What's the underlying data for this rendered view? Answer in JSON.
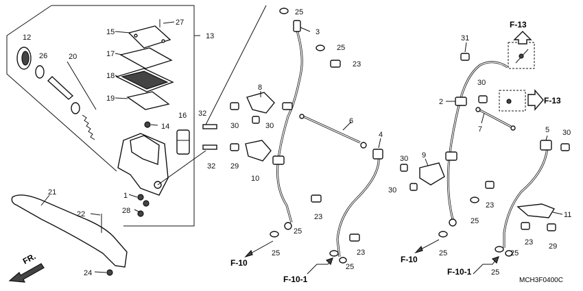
{
  "callouts": [
    {
      "id": "c27",
      "text": "27"
    },
    {
      "id": "c15",
      "text": "15"
    },
    {
      "id": "c13",
      "text": "13"
    },
    {
      "id": "c12",
      "text": "12"
    },
    {
      "id": "c26",
      "text": "26"
    },
    {
      "id": "c20",
      "text": "20"
    },
    {
      "id": "c17",
      "text": "17"
    },
    {
      "id": "c18",
      "text": "18"
    },
    {
      "id": "c19",
      "text": "19"
    },
    {
      "id": "c16",
      "text": "16"
    },
    {
      "id": "c14",
      "text": "14"
    },
    {
      "id": "c1",
      "text": "1"
    },
    {
      "id": "c28",
      "text": "28"
    },
    {
      "id": "c21",
      "text": "21"
    },
    {
      "id": "c22",
      "text": "22"
    },
    {
      "id": "c24",
      "text": "24"
    },
    {
      "id": "c32a",
      "text": "32"
    },
    {
      "id": "c32b",
      "text": "32"
    },
    {
      "id": "c25a",
      "text": "25"
    },
    {
      "id": "c3",
      "text": "3"
    },
    {
      "id": "c25b",
      "text": "25"
    },
    {
      "id": "c23a",
      "text": "23"
    },
    {
      "id": "c8",
      "text": "8"
    },
    {
      "id": "c30a",
      "text": "30"
    },
    {
      "id": "c30b",
      "text": "30"
    },
    {
      "id": "c29a",
      "text": "29"
    },
    {
      "id": "c10",
      "text": "10"
    },
    {
      "id": "c6",
      "text": "6"
    },
    {
      "id": "c4",
      "text": "4"
    },
    {
      "id": "c23b",
      "text": "23"
    },
    {
      "id": "c23c",
      "text": "23"
    },
    {
      "id": "c25c",
      "text": "25"
    },
    {
      "id": "c25d",
      "text": "25"
    },
    {
      "id": "c25e",
      "text": "25"
    },
    {
      "id": "c31",
      "text": "31"
    },
    {
      "id": "c2",
      "text": "2"
    },
    {
      "id": "c30c",
      "text": "30"
    },
    {
      "id": "c7",
      "text": "7"
    },
    {
      "id": "c9",
      "text": "9"
    },
    {
      "id": "c30d",
      "text": "30"
    },
    {
      "id": "c30e",
      "text": "30"
    },
    {
      "id": "c23d",
      "text": "23"
    },
    {
      "id": "c25f",
      "text": "25"
    },
    {
      "id": "c5",
      "text": "5"
    },
    {
      "id": "c30f",
      "text": "30"
    },
    {
      "id": "c11",
      "text": "11"
    },
    {
      "id": "c23e",
      "text": "23"
    },
    {
      "id": "c29b",
      "text": "29"
    },
    {
      "id": "c25g",
      "text": "25"
    },
    {
      "id": "c25h",
      "text": "25"
    },
    {
      "id": "c25i",
      "text": "25"
    }
  ],
  "references": {
    "f13_top": "F-13",
    "f13_right": "F-13",
    "f10_left": "F-10",
    "f10_1_left": "F-10-1",
    "f10_right": "F-10",
    "f10_1_right": "F-10-1"
  },
  "front_label": "FR.",
  "diagram_code": "MCH3F0400C"
}
